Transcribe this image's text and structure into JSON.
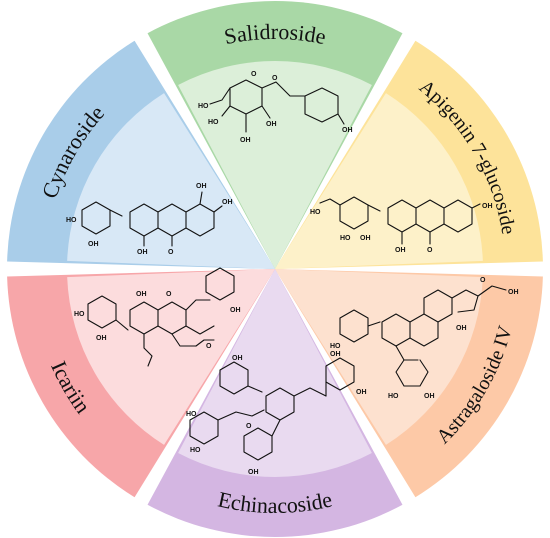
{
  "diagram": {
    "segments": [
      {
        "id": "salidroside",
        "label": "Salidroside",
        "outer_color": "#a9d8a6",
        "inner_color": "#dcefd9",
        "mid_angle": 270
      },
      {
        "id": "apigenin",
        "label": "Apigenin 7-glucoside",
        "outer_color": "#fde39a",
        "inner_color": "#fdf1c9",
        "mid_angle": 330
      },
      {
        "id": "astragaloside",
        "label": "Astragaloside IV",
        "outer_color": "#fdc9a7",
        "inner_color": "#fde1cf",
        "mid_angle": 30
      },
      {
        "id": "echinacoside",
        "label": "Echinacoside",
        "outer_color": "#d4b6e2",
        "inner_color": "#e9daf0",
        "mid_angle": 90
      },
      {
        "id": "icariin",
        "label": "Icariin",
        "outer_color": "#f7a6a9",
        "inner_color": "#fcdcdd",
        "mid_angle": 150
      },
      {
        "id": "cynaroside",
        "label": "Cynaroside",
        "outer_color": "#a9cde9",
        "inner_color": "#d8e8f6",
        "mid_angle": 210
      }
    ],
    "atom_labels": {
      "hydroxyl": "OH",
      "hydroxyl_left": "HO",
      "oxygen": "O",
      "methoxy": "O"
    }
  }
}
